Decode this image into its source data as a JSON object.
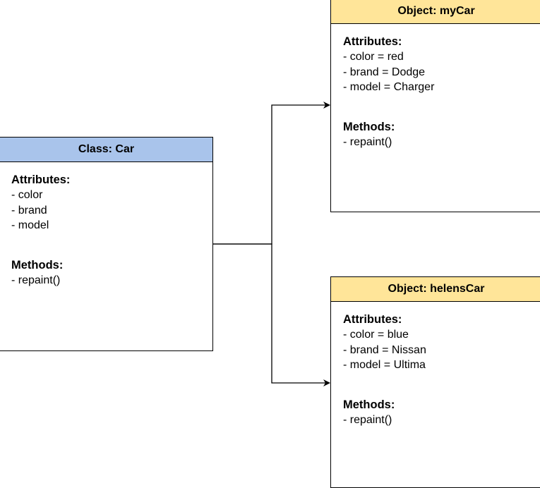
{
  "colors": {
    "class_header_bg": "#a9c4eb",
    "object_header_bg": "#ffe599",
    "stroke": "#000000"
  },
  "class_car": {
    "title": "Class: Car",
    "attributes_label": "Attributes:",
    "attributes": [
      "- color",
      "- brand",
      "- model"
    ],
    "methods_label": "Methods:",
    "methods": [
      "- repaint()"
    ]
  },
  "object_mycar": {
    "title": "Object: myCar",
    "attributes_label": "Attributes:",
    "attributes": [
      "- color = red",
      "- brand = Dodge",
      "- model = Charger"
    ],
    "methods_label": "Methods:",
    "methods": [
      "- repaint()"
    ]
  },
  "object_helenscar": {
    "title": "Object: helensCar",
    "attributes_label": "Attributes:",
    "attributes": [
      "- color = blue",
      "- brand = Nissan",
      "- model = Ultima"
    ],
    "methods_label": "Methods:",
    "methods": [
      "- repaint()"
    ]
  }
}
